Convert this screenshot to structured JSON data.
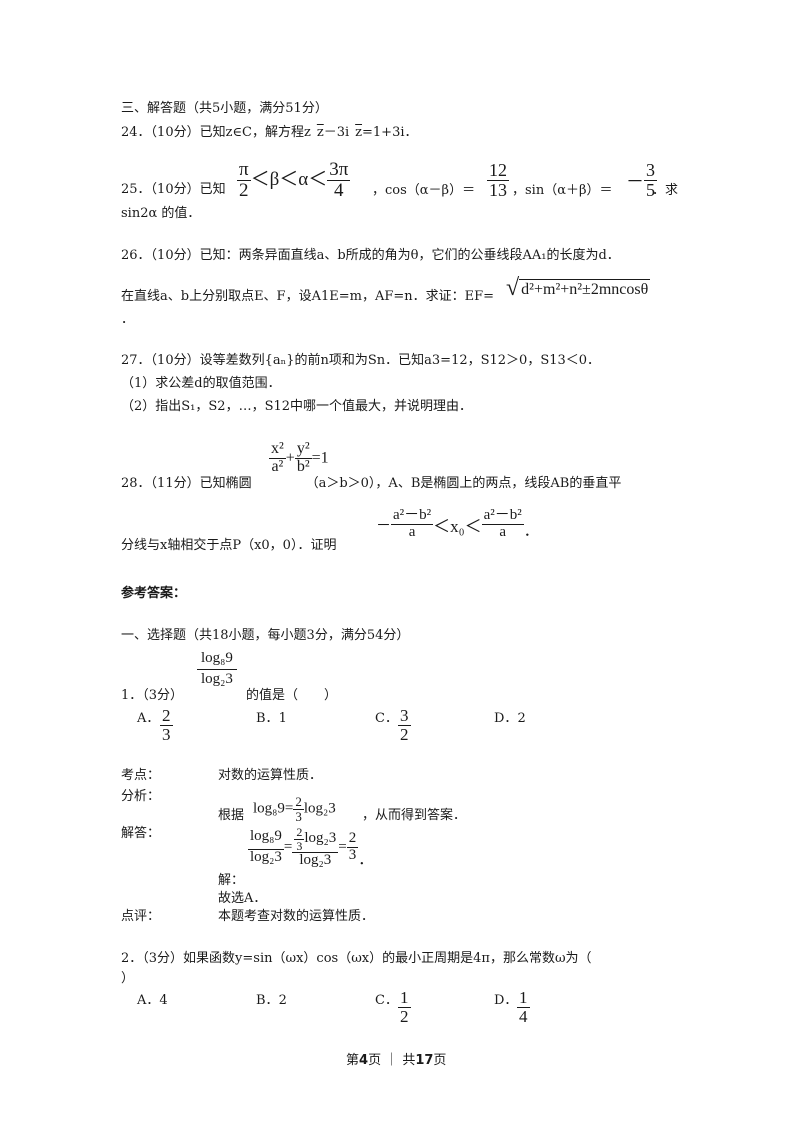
{
  "section3_heading": "三、解答题（共5小题，满分51分）",
  "q24": {
    "label": "24．（10分）已知z∈C，解方程z",
    "z1": "z",
    "mid": "－3i",
    "z2": "z",
    "end": "=1+3i．"
  },
  "q25": {
    "label": "25．（10分）已知",
    "ineq_left_num": "π",
    "ineq_left_den": "2",
    "ineq_mid": "＜β＜α＜",
    "ineq_right_num": "3π",
    "ineq_right_den": "4",
    "cos_text": "，cos（α－β）＝",
    "cos_num": "12",
    "cos_den": "13",
    "sin_text": "，sin（α＋β）＝",
    "sin_sign": "－",
    "sin_num": "3",
    "sin_den": "5",
    "end": "．求",
    "line2": "sin2α 的值．"
  },
  "q26": {
    "line1": "26．（10分）已知：两条异面直线a、b所成的角为θ，它们的公垂线段AA₁的长度为d．",
    "line2": "在直线a、b上分别取点E、F，设A1E=m，AF=n．求证：EF=",
    "sqrt_body": "d²+m²+n²±2mncosθ",
    "line3": "．"
  },
  "q27": {
    "line1": "27．（10分）设等差数列{aₙ}的前n项和为Sn．已知a3=12，S12＞0，S13＜0．",
    "line2": "（1）求公差d的取值范围．",
    "line3": "（2）指出S₁，S2，…，S12中哪一个值最大，并说明理由．"
  },
  "q28": {
    "eq_x": "x²",
    "eq_a": "a²",
    "plus": "+",
    "eq_y": "y²",
    "eq_b": "b²",
    "eq_end": "=1",
    "label": "28．（11分）已知椭圆",
    "line1_rest": "（a＞b＞0），A、B是椭圆上的两点，线段AB的垂直平",
    "line2": "分线与x轴相交于点P（x0，0）．证明",
    "ineq_neg": "－",
    "ineq_num": "a²－b²",
    "ineq_den": "a",
    "ineq_mid": "＜x₀＜",
    "end": "．"
  },
  "answers_heading": "参考答案：",
  "section1_heading": "一、选择题（共18小题，每小题3分，满分54分）",
  "q1": {
    "num_text": "log₈9",
    "den_text": "log₂3",
    "label": "1．（3分）",
    "rest": "的值是（　　）",
    "options": [
      {
        "letter": "A．",
        "num": "2",
        "den": "3"
      },
      {
        "letter": "B．",
        "text": "1"
      },
      {
        "letter": "C．",
        "num": "3",
        "den": "2"
      },
      {
        "letter": "D．",
        "text": "2"
      }
    ],
    "kaodian_label": "考点：",
    "kaodian": "对数的运算性质．",
    "fenxi_label": "分析：",
    "fenxi_pre": "根据",
    "fenxi_formula": "log₈9=",
    "fenxi_frac_num": "2",
    "fenxi_frac_den": "3",
    "fenxi_formula2": "log₂3",
    "fenxi_post": "，从而得到答案．",
    "jieda_label": "解答：",
    "sol_num": "log₈9",
    "sol_den": "log₂3",
    "sol_eq": "=",
    "sol2_num_a": "2",
    "sol2_num_b": "3",
    "sol2_num_c": "log₂3",
    "sol2_den": "log₂3",
    "sol_res_num": "2",
    "sol_res_den": "3",
    "sol_end": "．",
    "jie": "解：",
    "guxuan": "故选A．",
    "dianping_label": "点评：",
    "dianping": "本题考查对数的运算性质．"
  },
  "q2": {
    "line1": "2．（3分）如果函数y=sin（ωx）cos（ωx）的最小正周期是4π，那么常数ω为（",
    "line2": "）",
    "options": [
      {
        "letter": "A．",
        "text": "4"
      },
      {
        "letter": "B．",
        "text": "2"
      },
      {
        "letter": "C．",
        "num": "1",
        "den": "2"
      },
      {
        "letter": "D．",
        "num": "1",
        "den": "4"
      }
    ]
  },
  "footer": {
    "pre": "第",
    "page": "4",
    "mid": "页 ｜ 共",
    "total": "17",
    "post": "页"
  }
}
